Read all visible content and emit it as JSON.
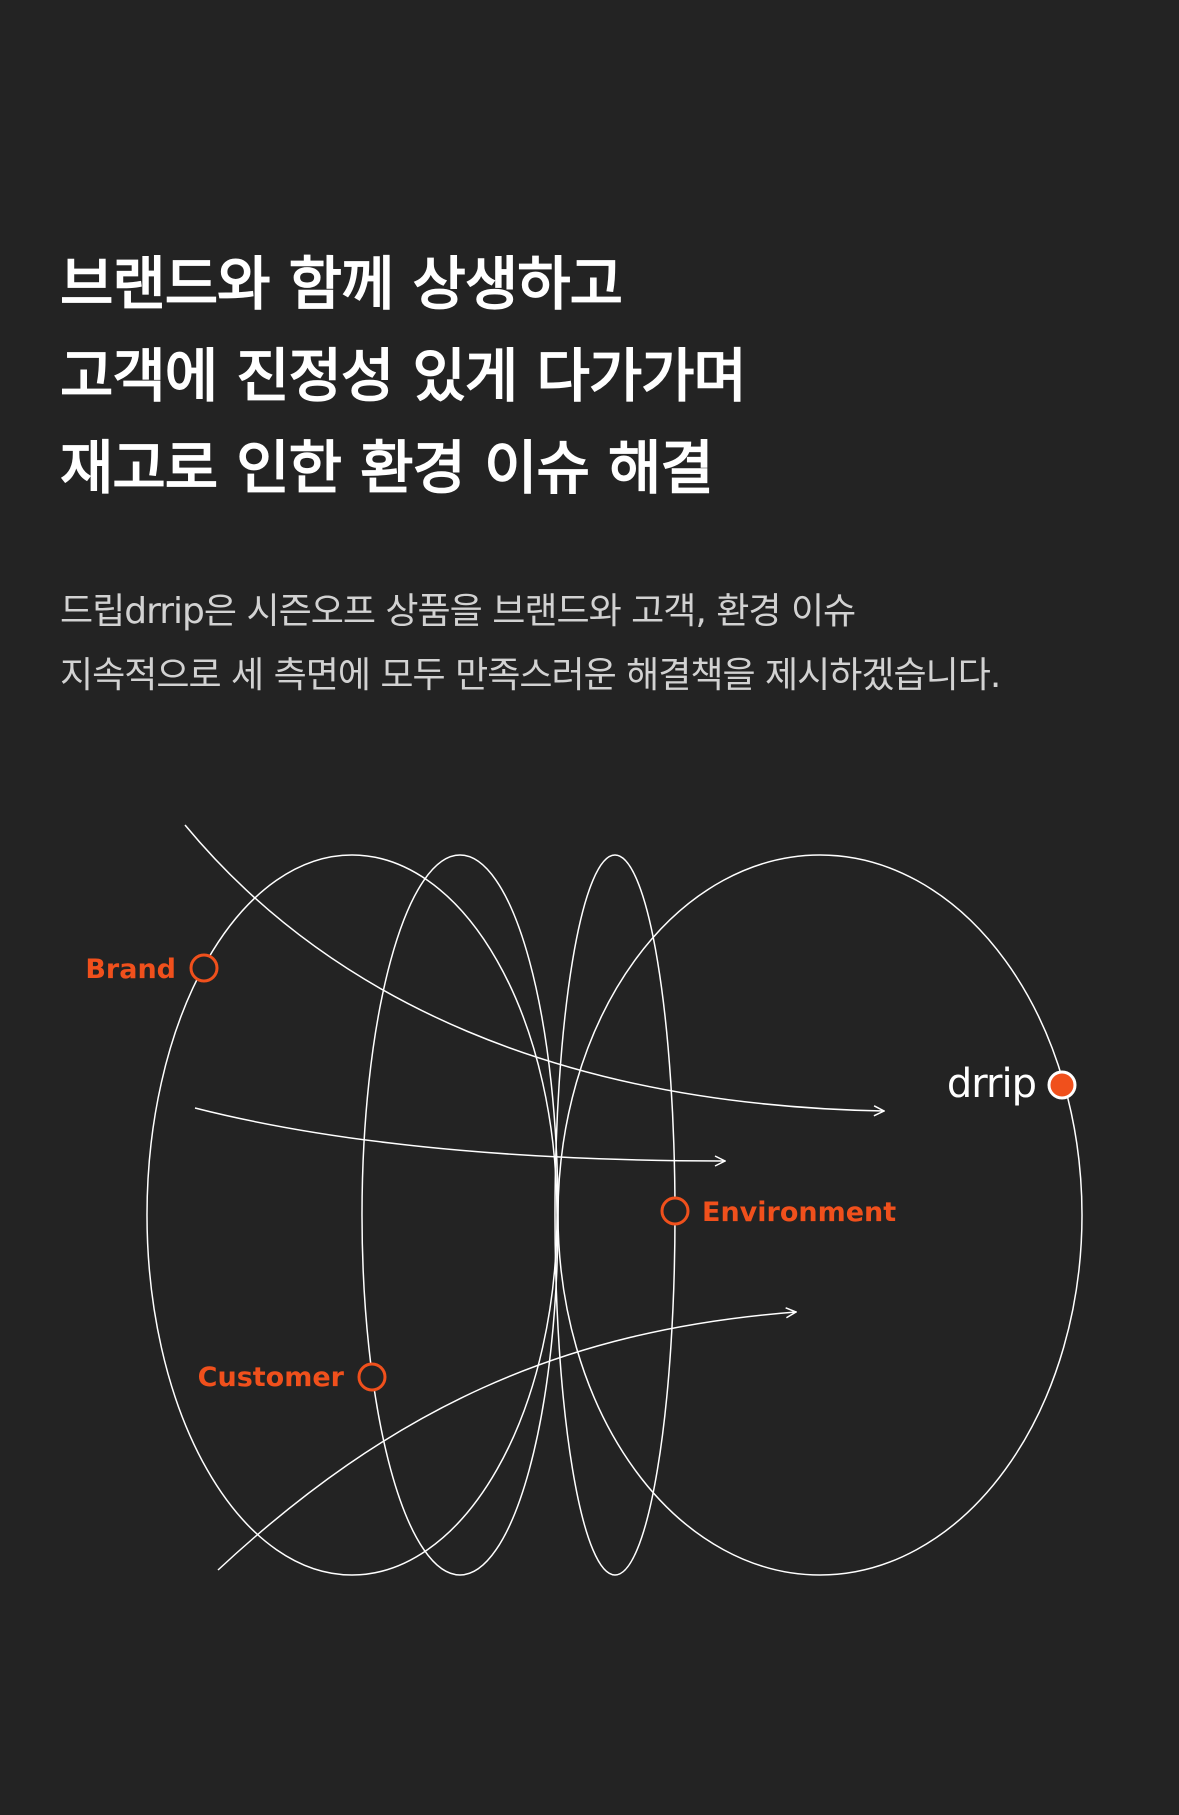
{
  "headline": {
    "lines": [
      "브랜드와 함께 상생하고",
      "고객에 진정성 있게 다가가며",
      "재고로 인한 환경 이슈 해결"
    ]
  },
  "description": {
    "lines": [
      "드립drrip은 시즌오프 상품을 브랜드와 고객, 환경 이슈",
      "지속적으로 세 측면에 모두 만족스러운 해결책을 제시하겠습니다."
    ]
  },
  "diagram": {
    "labels": {
      "brand": "Brand",
      "customer": "Customer",
      "environment": "Environment",
      "drrip": "drrip"
    },
    "colors": {
      "background": "#232323",
      "line": "#ffffff",
      "accent": "#f0501c"
    }
  }
}
